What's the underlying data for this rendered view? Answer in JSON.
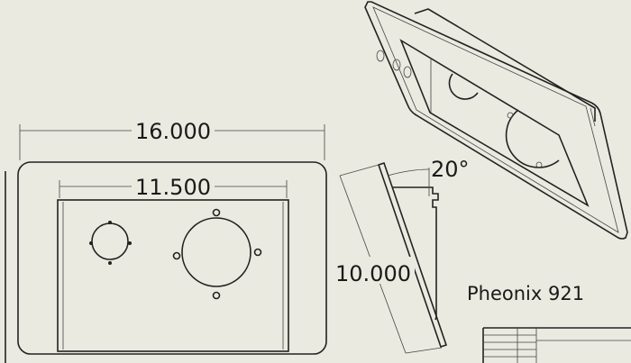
{
  "drawing": {
    "label": "Pheonix 921",
    "front_view": {
      "width_dimension": "16.000",
      "inner_width_dimension": "11.500"
    },
    "side_view": {
      "height_dimension": "10.000",
      "angle_dimension": "20°"
    }
  }
}
